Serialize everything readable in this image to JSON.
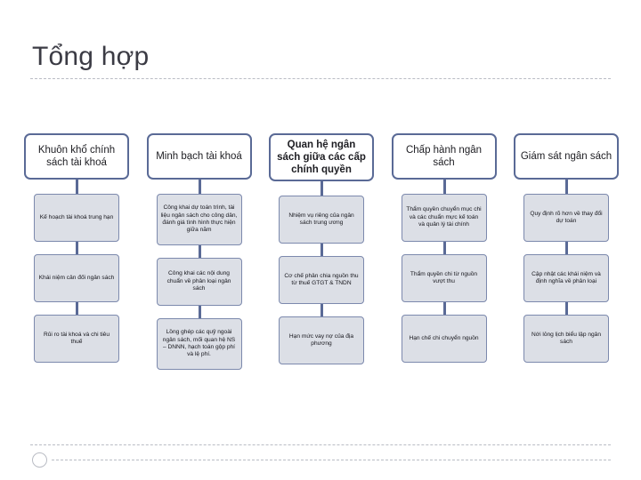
{
  "slide": {
    "title": "Tổng hợp"
  },
  "columns": [
    {
      "header": "Khuôn khổ chính sách tài khoá",
      "bold": false,
      "items": [
        "Kế hoạch tài khoá trung hạn",
        "Khái niệm cân đối ngân sách",
        "Rủi ro tài khoá và chi tiêu thuế"
      ]
    },
    {
      "header": "Minh bạch tài khoá",
      "bold": false,
      "items": [
        "Công khai dự toán trình, tài liệu ngân sách cho công dân, đánh giá tình hình thực hiện giữa năm",
        "Công khai các nội dung chuẩn về phân loại ngân sách",
        "Lồng ghép các quỹ ngoài ngân sách, mối quan hệ NS – DNNN, hạch toán gộp phí và lệ phí."
      ]
    },
    {
      "header": "Quan hệ ngân sách giữa các cấp chính quyền",
      "bold": true,
      "items": [
        "Nhiệm vụ riêng của ngân sách trung ương",
        "Cơ chế phân chia nguồn thu từ thuế GTGT & TNDN",
        "Hạn mức vay nợ của địa phương"
      ]
    },
    {
      "header": "Chấp hành ngân sách",
      "bold": false,
      "items": [
        "Thẩm quyền chuyển mục chi và các chuẩn mực kế toán và quản lý tài chính",
        "Thẩm quyền chi từ nguồn vượt thu",
        "Hạn chế chi chuyển nguồn"
      ]
    },
    {
      "header": "Giám sát ngân sách",
      "bold": false,
      "items": [
        "Quy định rõ hơn về thay đổi dự toán",
        "Cập nhật các khái niệm và định nghĩa về phân loại",
        "Nới lỏng lịch biểu lập ngân sách"
      ]
    }
  ],
  "colors": {
    "title": "#3b3b44",
    "node_border": "#5a6a96",
    "leaf_fill": "#dcdfe6",
    "rule": "#b9bcc4"
  }
}
